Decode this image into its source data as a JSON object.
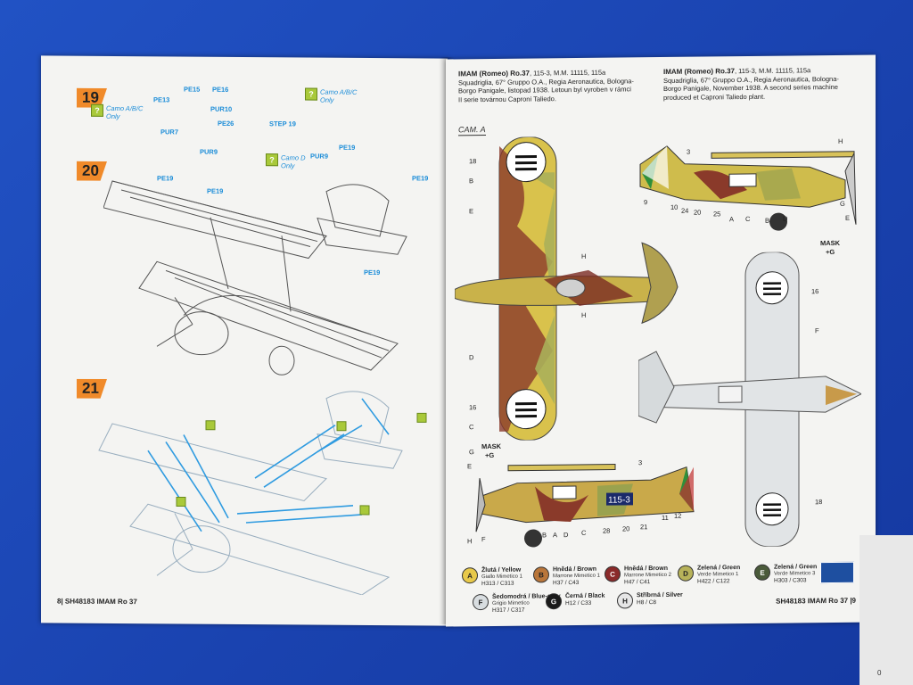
{
  "left_page": {
    "steps": [
      "19",
      "20",
      "21"
    ],
    "parts": {
      "pe15": "PE15",
      "pe16": "PE16",
      "pe13": "PE13",
      "pur10": "PUR10",
      "pur7": "PUR7",
      "pe26": "PE26",
      "pur9": "PUR9",
      "pe19": "PE19",
      "step19": "STEP 19"
    },
    "camo_notes": [
      "Camo A/B/C\nOnly",
      "Camo A/B/C\nOnly",
      "Camo D\nOnly"
    ],
    "footer": "8|  SH48183  IMAM Ro 37"
  },
  "right_page": {
    "caption_left_title": "IMAM (Romeo) Ro.37",
    "caption_left_text": ", 115-3, M.M. 11115, 115a Squadriglia, 67° Gruppo O.A., Regia Aeronautica, Bologna-Borgo Panigale, listopad 1938. Letoun byl vyroben v rámci II serie továrnou Caproni Taliedo.",
    "caption_right_title": "IMAM (Romeo) Ro.37",
    "caption_right_text": ", 115-3, M.M. 11115, 115a Squadriglia, 67° Gruppo O.A., Regia Aeronautica, Bologna-Borgo Panigale, November 1938. A second series machine produced et Caproni Taliedo plant.",
    "cam_tag": "CAM. A",
    "callouts": {
      "top_left": [
        "18",
        "B",
        "E",
        "D",
        "16",
        "C"
      ],
      "center": [
        "H",
        "H"
      ],
      "side_top": [
        "3",
        "9",
        "10",
        "24",
        "20",
        "25",
        "A",
        "C",
        "B",
        "D",
        "G",
        "E"
      ],
      "side_top_right": [
        "H",
        "MASK",
        "+G"
      ],
      "bottom_view": [
        "16",
        "F",
        "18"
      ],
      "side_bottom": [
        "G",
        "MASK",
        "+G",
        "E",
        "H",
        "F",
        "B",
        "A",
        "D",
        "C",
        "28",
        "20",
        "21",
        "11",
        "12",
        "3"
      ],
      "fuselage_code": "115-3"
    },
    "legend": [
      {
        "code": "A",
        "name": "Žlutá / Yellow",
        "sub": "Giallo Mimetico 1",
        "ref": "H313 / C313",
        "color": "#e8c94a"
      },
      {
        "code": "B",
        "name": "Hnědá / Brown",
        "sub": "Marrone Mimetico 1",
        "ref": "H37 / C43",
        "color": "#b9763a"
      },
      {
        "code": "C",
        "name": "Hnědá / Brown",
        "sub": "Marrone Mimetico 2",
        "ref": "H47 / C41",
        "color": "#8a2a2a"
      },
      {
        "code": "D",
        "name": "Zelená / Green",
        "sub": "Verde Mimetico 1",
        "ref": "H422 / C122",
        "color": "#b7b25a"
      },
      {
        "code": "E",
        "name": "Zelená / Green",
        "sub": "Verde Mimetico 3",
        "ref": "H303 / C303",
        "color": "#4a5a3a"
      },
      {
        "code": "F",
        "name": "Šedomodrá / Blue-grey",
        "sub": "Grigio Mimetico",
        "ref": "H317 / C317",
        "color": "#d8dde0"
      },
      {
        "code": "G",
        "name": "Černá / Black",
        "sub": "",
        "ref": "H12 / C33",
        "color": "#1a1a1a"
      },
      {
        "code": "H",
        "name": "Stříbrná / Silver",
        "sub": "",
        "ref": "H8 / C8",
        "color": "#e6e6e6"
      }
    ],
    "footer": "SH48183  IMAM Ro 37  |9"
  }
}
